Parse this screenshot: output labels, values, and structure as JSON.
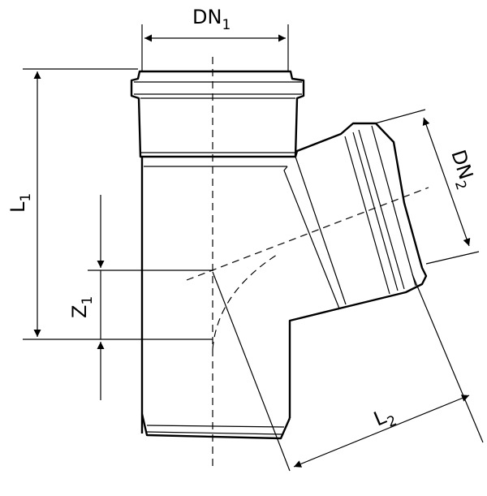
{
  "labels": {
    "dn1": {
      "main": "DN",
      "sub": "1"
    },
    "dn2": {
      "main": "DN",
      "sub": "2"
    },
    "l1": {
      "main": "L",
      "sub": "1"
    },
    "l2": {
      "main": "L",
      "sub": "2"
    },
    "z1": {
      "main": "Z",
      "sub": "1"
    }
  },
  "colors": {
    "line": "#000000",
    "background": "#ffffff"
  }
}
